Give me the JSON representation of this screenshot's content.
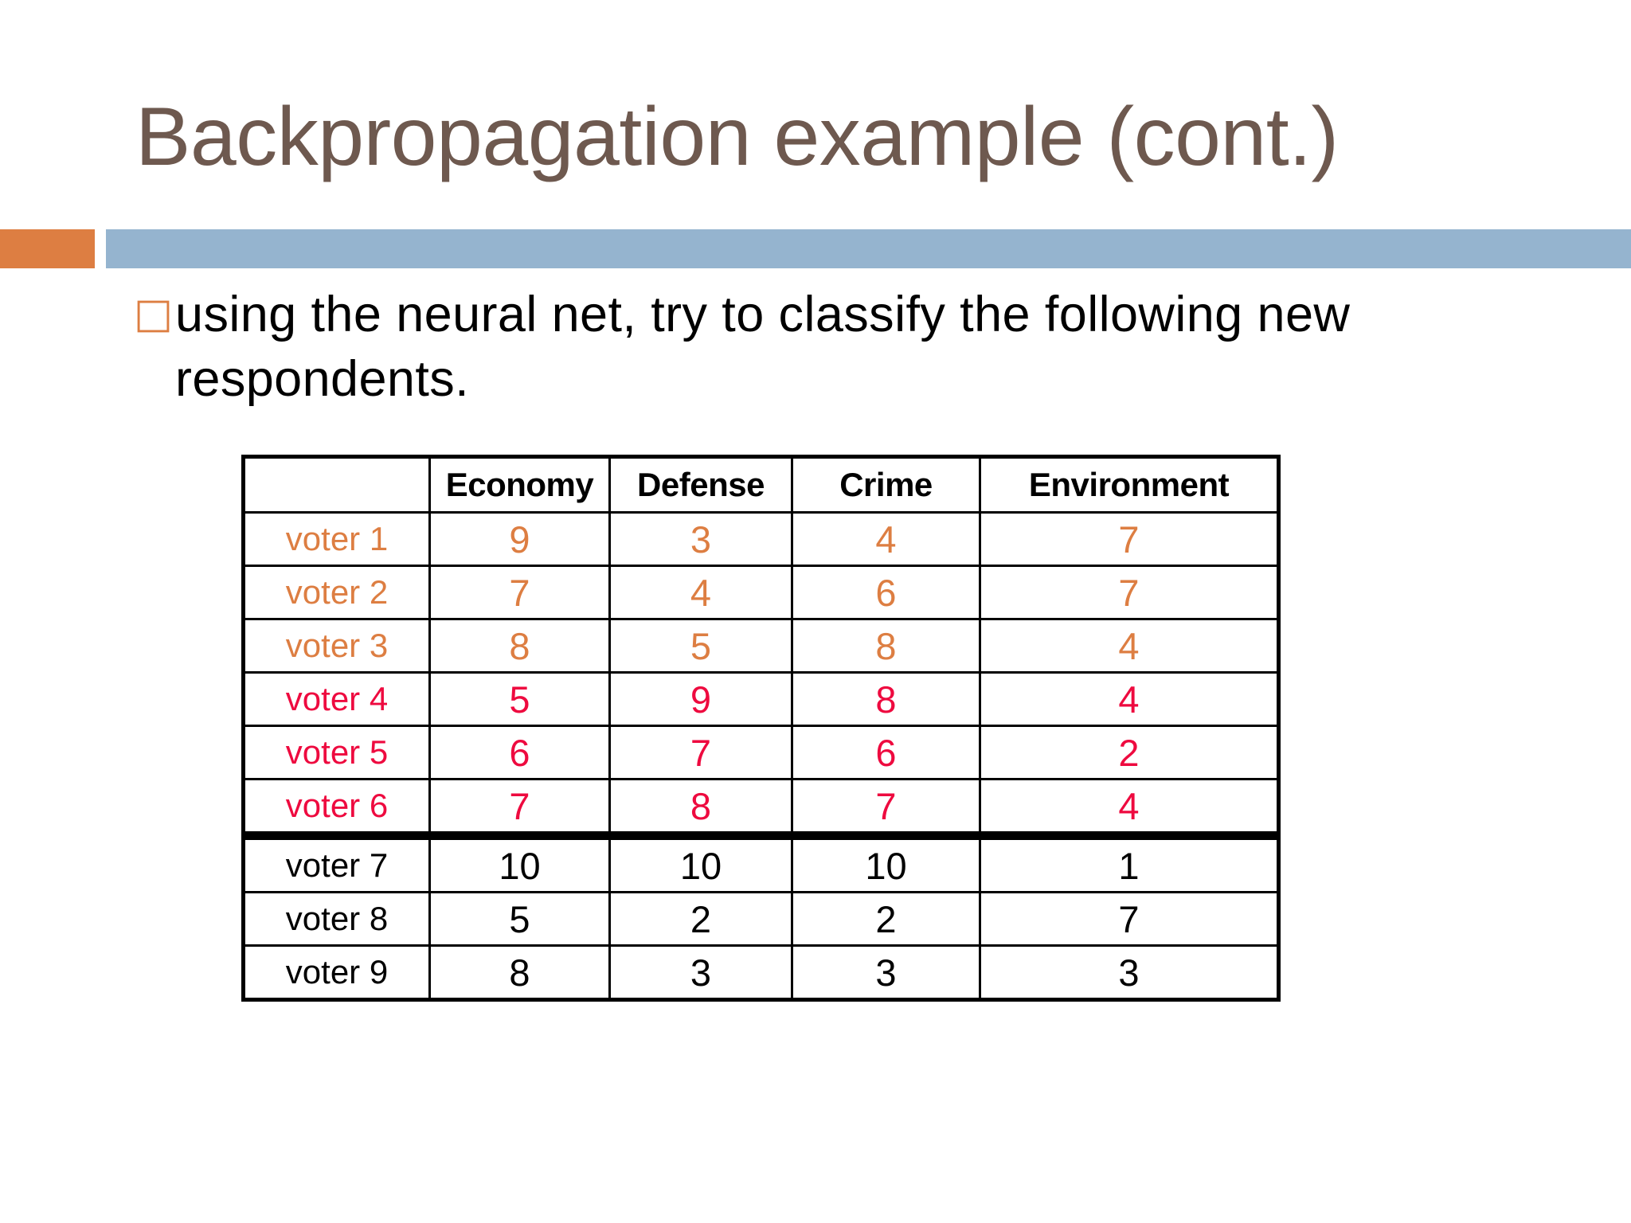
{
  "slide": {
    "title": "Backpropagation example (cont.)",
    "accent": {
      "orange": "#DD7E42",
      "blue": "#95B4CF",
      "title_color": "#6E594F"
    },
    "bullet": {
      "marker": "bullet-square-icon",
      "marker_glyph": "□",
      "text": "using the neural net, try to classify the following new respondents."
    }
  },
  "table": {
    "columns": [
      "",
      "Economy",
      "Defense",
      "Crime",
      "Environment"
    ],
    "rows": [
      {
        "label": "voter 1",
        "values": [
          "9",
          "3",
          "4",
          "7"
        ],
        "color": "#DD7E42",
        "group": "orange"
      },
      {
        "label": "voter 2",
        "values": [
          "7",
          "4",
          "6",
          "7"
        ],
        "color": "#DD7E42",
        "group": "orange"
      },
      {
        "label": "voter 3",
        "values": [
          "8",
          "5",
          "8",
          "4"
        ],
        "color": "#DD7E42",
        "group": "orange"
      },
      {
        "label": "voter 4",
        "values": [
          "5",
          "9",
          "8",
          "4"
        ],
        "color": "#EE0A3F",
        "group": "red"
      },
      {
        "label": "voter 5",
        "values": [
          "6",
          "7",
          "6",
          "2"
        ],
        "color": "#EE0A3F",
        "group": "red"
      },
      {
        "label": "voter 6",
        "values": [
          "7",
          "8",
          "7",
          "4"
        ],
        "color": "#EE0A3F",
        "group": "red"
      },
      {
        "label": "voter 7",
        "values": [
          "10",
          "10",
          "10",
          "1"
        ],
        "color": "#000000",
        "group": "black"
      },
      {
        "label": "voter 8",
        "values": [
          "5",
          "2",
          "2",
          "7"
        ],
        "color": "#000000",
        "group": "black"
      },
      {
        "label": "voter 9",
        "values": [
          "8",
          "3",
          "3",
          "3"
        ],
        "color": "#000000",
        "group": "black"
      }
    ],
    "divider_after_row_index": 5
  }
}
